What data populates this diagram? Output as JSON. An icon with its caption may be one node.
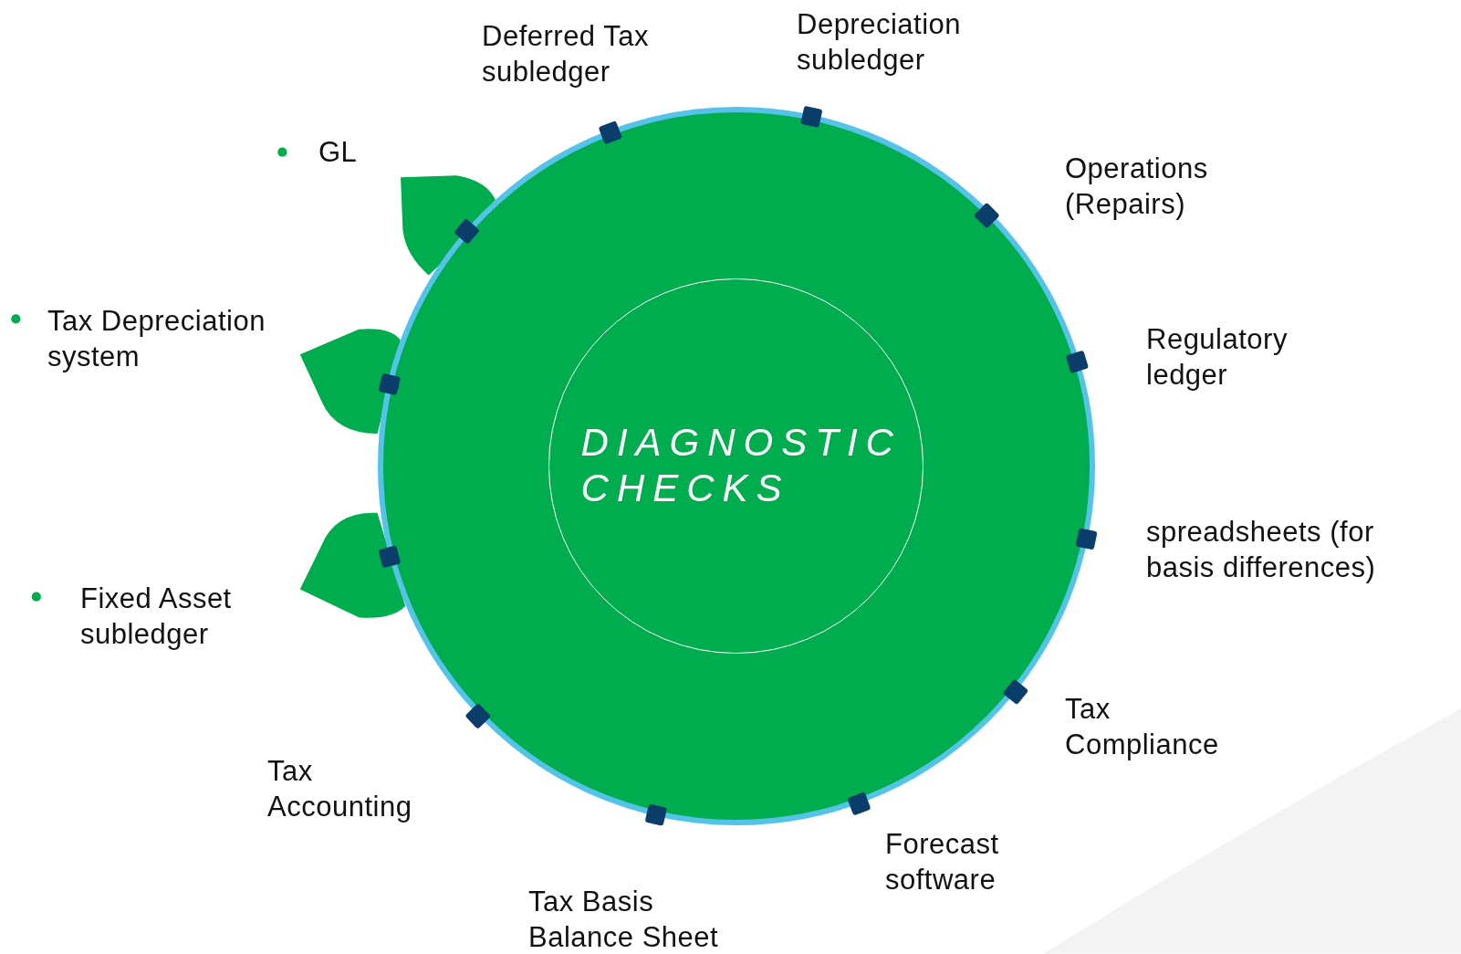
{
  "diagram": {
    "nodes": [
      {
        "text": [],
        "shape": "circle"
      },
      {
        "text": [
          "DIAGNOSTIC CHECKS"
        ],
        "in": 0
      }
    ],
    "labels": [
      "Depreciation subledger",
      "Deferred Tax subledger",
      "GL",
      "Operations (Repairs)",
      "Tax Depreciation system",
      "Regulatory ledger",
      "spreadsheets (for basis differences)",
      "Fixed Asset subledger",
      "Tax Compliance",
      "Tax Accounting",
      "Forecast software",
      "Tax Basis Balance Sheet"
    ]
  }
}
